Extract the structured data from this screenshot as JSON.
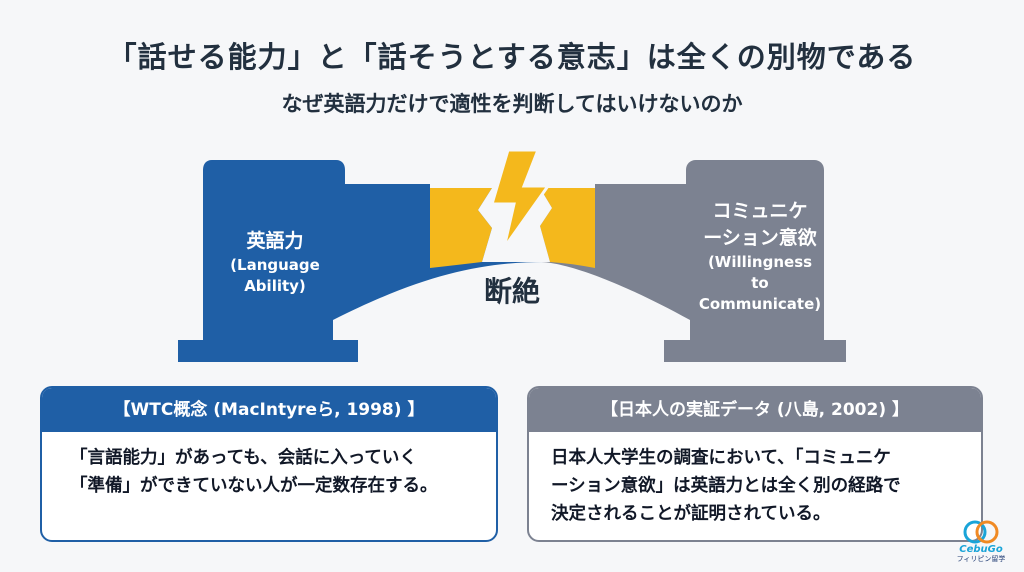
{
  "title": "「話せる能力」と「話そうとする意志」は全くの別物である",
  "subtitle": "なぜ英語力だけで適性を判断してはいけないのか",
  "diagram": {
    "left_pillar": {
      "name": "英語力",
      "sub_line1": "(Language",
      "sub_line2": "Ability)"
    },
    "right_pillar": {
      "name_line1": "コミュニケ",
      "name_line2": "ーション意欲",
      "sub_line1": "(Willingness",
      "sub_line2": "to",
      "sub_line3": "Communicate)"
    },
    "break_label": "断絶",
    "colors": {
      "blue": "#1f5fa6",
      "gray": "#7c8291",
      "yellow": "#f4b81c"
    }
  },
  "cards": {
    "left": {
      "heading": "【WTC概念 (MacIntyreら, 1998) 】",
      "line1": "「言語能力」があっても、会話に入っていく",
      "line2": "「準備」ができていない人が一定数存在する。"
    },
    "right": {
      "heading": "【日本人の実証データ (八島, 2002) 】",
      "line1": "日本人大学生の調査において、「コミュニケ",
      "line2": "ーション意欲」は英語力とは全く別の経路で",
      "line3": "決定されることが証明されている。"
    }
  },
  "logo": {
    "name": "CebuGo",
    "tagline": "フィリピン留学"
  }
}
